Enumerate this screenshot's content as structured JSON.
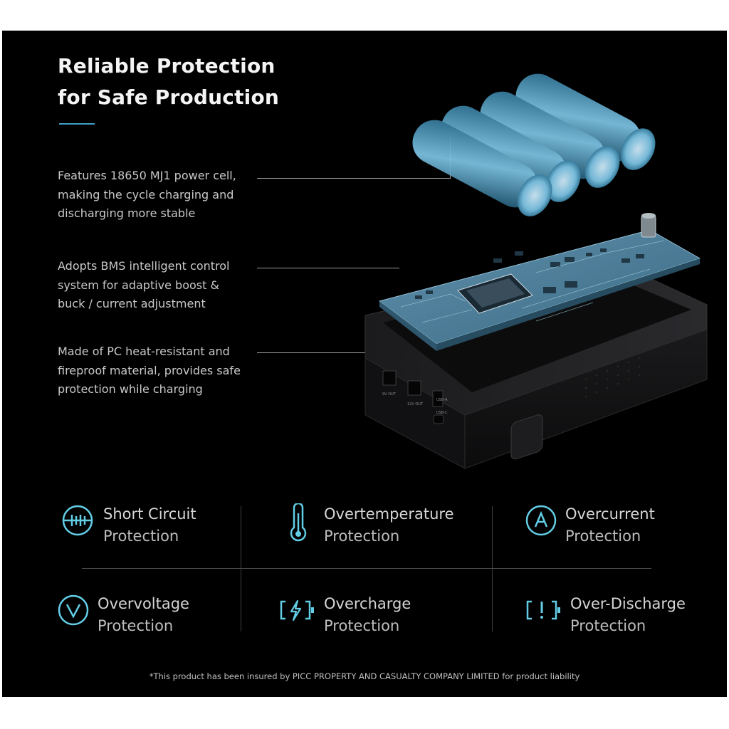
{
  "page": {
    "title_line1": "Reliable Protection",
    "title_line2": "for Safe Production",
    "accent_color": "#3ea0c4",
    "background_color": "#000000"
  },
  "features": [
    {
      "lines": [
        "Features 18650 MJ1 power cell,",
        "making the cycle charging and",
        "discharging more stable"
      ]
    },
    {
      "lines": [
        "Adopts BMS intelligent control",
        "system for adaptive boost &",
        "buck / current adjustment"
      ]
    },
    {
      "lines": [
        "Made of PC heat-resistant and",
        "fireproof material, provides safe",
        "protection while charging"
      ]
    }
  ],
  "device_labels": {
    "port1": "9V OUT",
    "port2": "12V OUT",
    "port3": "USB-A",
    "port4": "USB-C"
  },
  "protections": [
    {
      "icon": "short-circuit-icon",
      "line1": "Short Circuit",
      "line2": "Protection"
    },
    {
      "icon": "thermometer-icon",
      "line1": "Overtemperature",
      "line2": "Protection"
    },
    {
      "icon": "ampere-icon",
      "line1": "Overcurrent",
      "line2": "Protection"
    },
    {
      "icon": "voltage-icon",
      "line1": "Overvoltage",
      "line2": "Protection"
    },
    {
      "icon": "battery-bolt-icon",
      "line1": "Overcharge",
      "line2": "Protection"
    },
    {
      "icon": "battery-alert-icon",
      "line1": "Over-Discharge",
      "line2": "Protection"
    }
  ],
  "footnote": "*This product has been insured by PICC PROPERTY AND CASUALTY COMPANY LIMITED for product liability"
}
